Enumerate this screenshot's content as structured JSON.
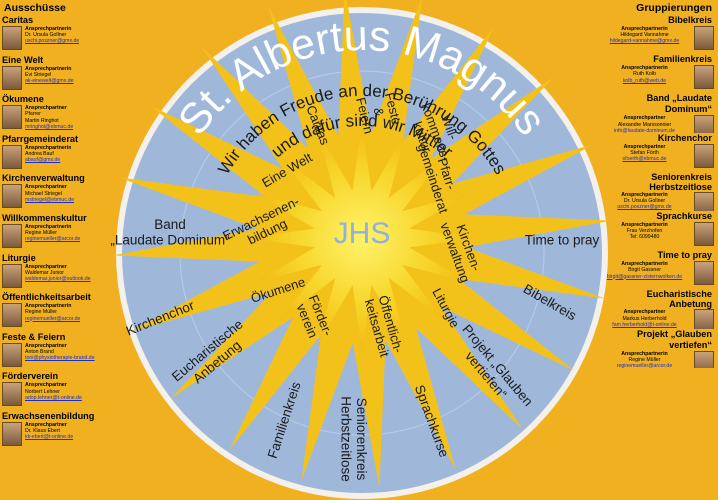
{
  "left_heading": "Ausschüsse",
  "right_heading": "Gruppierungen",
  "title": "St. Albertus Magnus",
  "motto_1": "Wir haben Freude an der Berührung Gottes",
  "motto_2": "und dafür sind wir Mittler",
  "center": "JHS",
  "inner_labels": [
    [
      "Caritas"
    ],
    [
      "Feste",
      "&",
      "Feiern"
    ],
    [
      "Will-",
      "kommens-",
      "kultur"
    ],
    [
      "Pfarr-",
      "gemeinderat"
    ],
    [
      "Kirchen-",
      "verwaltung"
    ],
    [
      "Liturgie"
    ],
    [
      "Öffentlich-",
      "keitsarbeit"
    ],
    [
      "Förder-",
      "verein"
    ],
    [
      "Ökumene"
    ],
    [
      "Erwachsenen-",
      "bildung"
    ],
    [
      "Eine Welt"
    ]
  ],
  "outer_labels": [
    [
      "Time to pray"
    ],
    [
      "Bibelkreis"
    ],
    [
      "Projekt „Glauben",
      "vertiefen“"
    ],
    [
      "Sprachkurse"
    ],
    [
      "Seniorenkreis",
      "Herbstzeitlose"
    ],
    [
      "Familienkreis"
    ],
    [
      "Eucharistische",
      "Anbetung"
    ],
    [
      "Kirchenchor"
    ],
    [
      "Band",
      "„Laudate Dominum“"
    ]
  ],
  "committees": [
    {
      "title": "Caritas",
      "role": "Ansprechpartnerin",
      "name": "Dr. Ursula Gollner",
      "email": "uschi.poszner@gmx.de"
    },
    {
      "title": "Eine Welt",
      "role": "Ansprechpartnerin",
      "name": "Evi Striegel",
      "email": "ak-einewelt@gmx.de"
    },
    {
      "title": "Ökumene",
      "role": "Ansprechpartner",
      "name": "Pfarrer\nMartin Ringhot",
      "email": "mringhot@ebmuc.de"
    },
    {
      "title": "Pfarrgemeinderat",
      "role": "Ansprechpartnerin",
      "name": "Andrea Bauf",
      "email": "abauf@gmx.de"
    },
    {
      "title": "Kirchenverwaltung",
      "role": "Ansprechpartner",
      "name": "Michael Striegel",
      "email": "mstriegel@ebmuc.de"
    },
    {
      "title": "Willkommenskultur",
      "role": "Ansprechpartnerin",
      "name": "Regine Müller",
      "email": "reginemueller@arcor.de"
    },
    {
      "title": "Liturgie",
      "role": "Ansprechpartner",
      "name": "Waldemar Junior",
      "email": "waldemar.junior@outlook.de"
    },
    {
      "title": "Öffentlichkeitsarbeit",
      "role": "Ansprechpartnerin",
      "name": "Regine Müller",
      "email": "reginemueller@arcor.de"
    },
    {
      "title": "Feste & Feiern",
      "role": "Ansprechpartner",
      "name": "Anton Brand",
      "email": "toni@physiotherapie-brand.de"
    },
    {
      "title": "Förderverein",
      "role": "Ansprechpartner",
      "name": "Norbert Lehner",
      "email": "adop.lehner@t-online.de"
    },
    {
      "title": "Erwachsenenbildung",
      "role": "Ansprechpartner",
      "name": "Dr. Klaus Ebert",
      "email": "kk-ebert@t-online.de"
    }
  ],
  "groups": [
    {
      "title": "Bibelkreis",
      "role": "Ansprechpartnerin",
      "name": "Hildegard Vannahme",
      "email": "hildegard-vannahme@gmx.de"
    },
    {
      "title": "Familienkreis",
      "role": "Ansprechpartnerin",
      "name": "Ruth Kolb",
      "email": "kolb_ruth@web.de"
    },
    {
      "title": "Band „Laudate Dominum“",
      "role": "Ansprechpartner",
      "name": "Alexandre Marssonnier",
      "email": "info@laudate-dominum.de"
    },
    {
      "title": "Kirchenchor",
      "role": "Ansprechpartner",
      "name": "Stefan Förth",
      "email": "sfoerth@ebmuc.de"
    },
    {
      "title": "Seniorenkreis\nHerbstzeitlose",
      "role": "Ansprechpartnerin",
      "name": "Dr. Ursula Gollner",
      "email": "uschi.poszner@gmx.de"
    },
    {
      "title": "Sprachkurse",
      "role": "Ansprechpartnerin",
      "name": "Frau Verzhofen\nTel: 6099480",
      "email": ""
    },
    {
      "title": "Time to pray",
      "role": "Ansprechpartnerin",
      "name": "Birgit Gassner",
      "email": "birgit@gassner-zisternwolken.de"
    },
    {
      "title": "Eucharistische\nAnbetung",
      "role": "Ansprechpartner",
      "name": "Markus Herberhold",
      "email": "fam.herberhold@t-online.de"
    },
    {
      "title": "Projekt „Glauben vertiefen“",
      "role": "Ansprechpartnerin",
      "name": "Regine Müller",
      "email": "reginemueller@arcor.de"
    }
  ],
  "colors": {
    "background": "#f0b020",
    "circle": "#9fb8da",
    "sun": "#f3c21a",
    "sun_center": "#fbe93c",
    "jhs": "#8fb0e0"
  }
}
